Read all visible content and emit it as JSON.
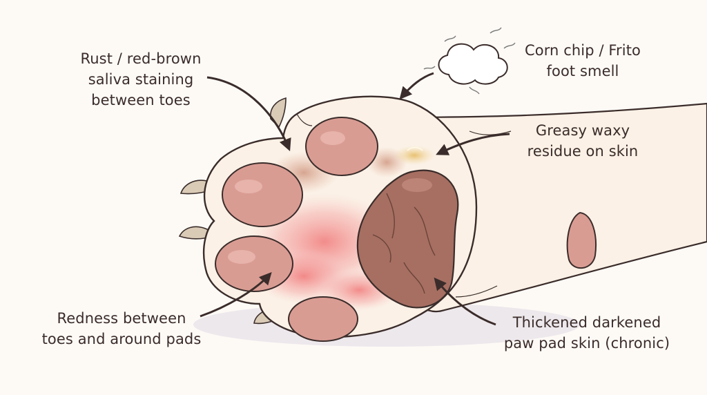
{
  "annotations": {
    "saliva_staining": {
      "lines": [
        "Rust / red-brown",
        "saliva staining",
        "between toes"
      ]
    },
    "smell": {
      "lines": [
        "Corn chip / Frito",
        "foot smell"
      ]
    },
    "greasy_residue": {
      "lines": [
        "Greasy waxy",
        "residue on skin"
      ]
    },
    "redness": {
      "lines": [
        "Redness between",
        "toes and around pads"
      ]
    },
    "thickened_pad": {
      "lines": [
        "Thickened darkened",
        "paw pad skin (chronic)"
      ]
    }
  },
  "colors": {
    "background": "#fdfaf6",
    "fur": "#fbf1e6",
    "outline": "#3a2c2a",
    "toe_pad": "#d99c93",
    "main_pad": "#a66f62",
    "redness": "#f08a8a",
    "rust_stain": "#c07050",
    "greasy": "#e8c27a",
    "claw": "#d9cbb6",
    "text": "#3a2c2a"
  }
}
